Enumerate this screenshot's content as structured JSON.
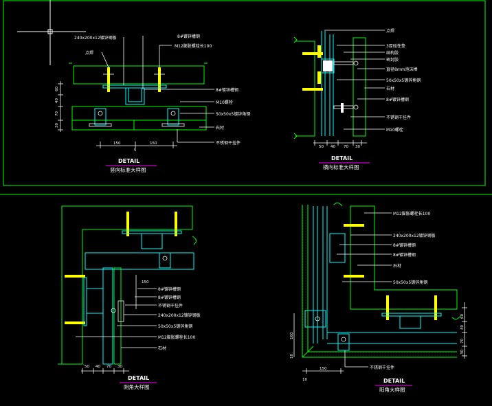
{
  "colors": {
    "background": "#000000",
    "frame": "#00ff00",
    "hatch": "#00ff00",
    "steel": "#00ffff",
    "anchor": "#ffff00",
    "text": "#ffffff",
    "underline": "#ff00ff"
  },
  "detail1": {
    "labels": {
      "a": "240x200x12镀锌钢板",
      "b": "8#镀锌槽钢",
      "c": "点焊",
      "d": "M12膨胀螺栓长100",
      "e": "8#镀锌槽钢",
      "f": "M10螺栓",
      "g": "50x50x5镀锌角钢",
      "h": "石材",
      "i": "不锈钢干挂件"
    },
    "dims": {
      "d1": "60",
      "d2": "40",
      "d3": "70",
      "d4": "30",
      "b1": "150",
      "b2": "150",
      "b3": "5"
    },
    "title": "DETAIL",
    "subtitle": "竖向标准大样图"
  },
  "detail2": {
    "labels": {
      "a": "点焊",
      "b": "3厚硅性垫",
      "c": "结构胶",
      "d": "密封胶",
      "e": "直径8mm泡沫棒",
      "f": "50x50x5镀锌角钢",
      "g": "石材",
      "h": "8#镀锌槽钢",
      "i": "不锈钢干挂件",
      "j": "M10螺栓"
    },
    "dims": {
      "d1": "50",
      "d2": "40",
      "d3": "70",
      "d4": "30"
    },
    "title": "DETAIL",
    "subtitle": "横向标准大样图"
  },
  "detail3": {
    "labels": {
      "a": "8#镀锌槽钢",
      "b": "8#镀锌槽钢",
      "c": "不锈钢干挂件",
      "d": "240x200x12镀锌钢板",
      "e": "50x50x5镀锌角钢",
      "f": "M12膨胀螺栓长100",
      "g": "石材"
    },
    "dims": {
      "d1": "150",
      "d2": "50",
      "d3": "40",
      "d4": "70",
      "d5": "30"
    },
    "title": "DETAIL",
    "subtitle": "阴角大样图"
  },
  "detail4": {
    "labels": {
      "a": "M12膨胀螺栓长100",
      "b": "240x200x12镀锌钢板",
      "c": "8#镀锌槽钢",
      "d": "8#镀锌槽钢",
      "e": "石材",
      "f": "50x50x5镀锌角钢",
      "g": "不锈钢干挂件"
    },
    "dims": {
      "d1": "60",
      "d2": "40",
      "d3": "70",
      "d4": "30",
      "b1": "150",
      "l1": "160",
      "l2": "10",
      "l3": "10"
    },
    "title": "DETAIL",
    "subtitle": "阳角大样图"
  }
}
